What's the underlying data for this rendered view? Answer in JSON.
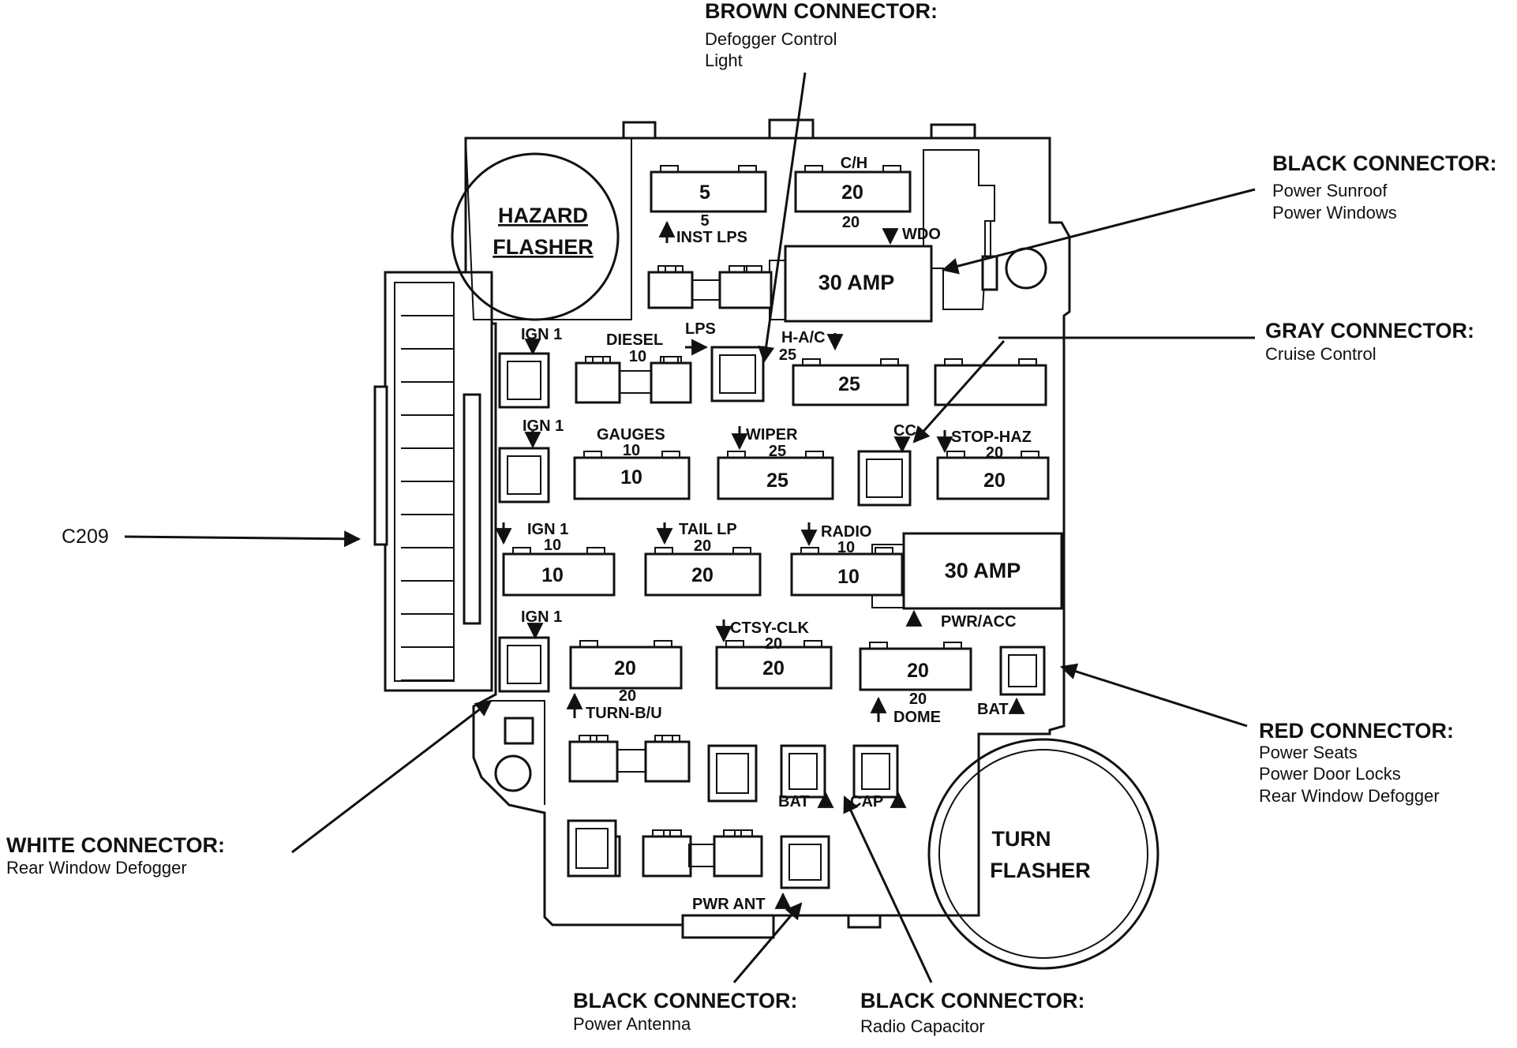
{
  "callouts": {
    "brown": {
      "title": "BROWN CONNECTOR:",
      "lines": [
        "Defogger Control",
        "Light"
      ]
    },
    "black_top": {
      "title": "BLACK CONNECTOR:",
      "lines": [
        "Power Sunroof",
        "Power Windows"
      ]
    },
    "gray": {
      "title": "GRAY CONNECTOR:",
      "lines": [
        "Cruise Control"
      ]
    },
    "red": {
      "title": "RED CONNECTOR:",
      "lines": [
        "Power Seats",
        "Power Door Locks",
        "Rear Window Defogger"
      ]
    },
    "white": {
      "title": "WHITE CONNECTOR:",
      "lines": [
        "Rear Window Defogger"
      ]
    },
    "black_antenna": {
      "title": "BLACK CONNECTOR:",
      "lines": [
        "Power Antenna"
      ]
    },
    "black_radio": {
      "title": "BLACK CONNECTOR:",
      "lines": [
        "Radio Capacitor"
      ]
    },
    "c209": "C209"
  },
  "flashers": {
    "hazard": [
      "HAZARD",
      "FLASHER"
    ],
    "turn": [
      "TURN",
      "FLASHER"
    ]
  },
  "breakers": {
    "wdo": "30 AMP",
    "pwr_acc": "30 AMP"
  },
  "fuse_labels": {
    "inst_lps": {
      "label": "INST LPS",
      "rating": "5",
      "value": "5"
    },
    "ch": {
      "label": "C/H",
      "rating": "20",
      "value": "20"
    },
    "wdo": "WDO",
    "ign1_a": "IGN 1",
    "diesel": {
      "label": "DIESEL",
      "rating": "10"
    },
    "lps": "LPS",
    "hac": {
      "label": "H-A/C",
      "rating": "25",
      "value": "25"
    },
    "ign1_b": "IGN 1",
    "gauges": {
      "label": "GAUGES",
      "rating": "10",
      "value": "10"
    },
    "wiper": {
      "label": "WIPER",
      "rating": "25",
      "value": "25"
    },
    "cc": "CC",
    "stop_haz": {
      "label": "STOP-HAZ",
      "rating": "20",
      "value": "20"
    },
    "ign1_c": {
      "label": "IGN 1",
      "rating": "10",
      "value": "10"
    },
    "tail_lp": {
      "label": "TAIL LP",
      "rating": "20",
      "value": "20"
    },
    "radio": {
      "label": "RADIO",
      "rating": "10",
      "value": "10"
    },
    "pwr_acc": "PWR/ACC",
    "ign1_d": "IGN 1",
    "turn_bu": {
      "label": "TURN-B/U",
      "rating": "20",
      "value": "20"
    },
    "ctsy_clk": {
      "label": "CTSY-CLK",
      "rating": "20",
      "value": "20"
    },
    "dome": {
      "label": "DOME",
      "rating": "20",
      "value": "20"
    },
    "bat_red": "BAT",
    "bat_mid": "BAT",
    "cap": "CAP",
    "pwr_ant": "PWR ANT"
  }
}
